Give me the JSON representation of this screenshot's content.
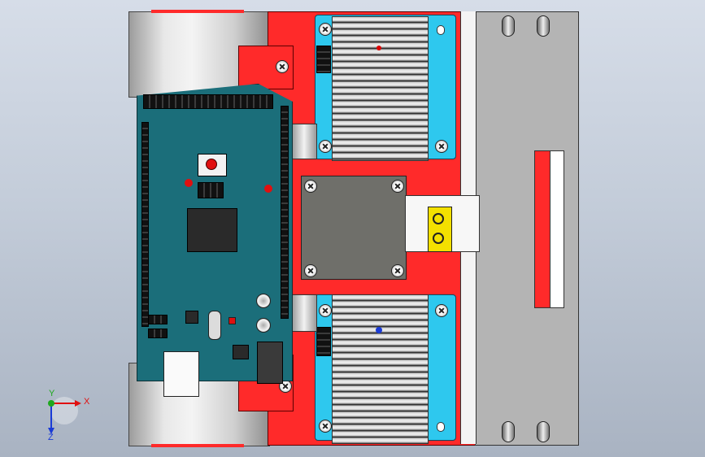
{
  "viewport": {
    "background": "#c9d1dd"
  },
  "colors": {
    "frame": "#ff2a2a",
    "heatsink_mount": "#2ec8ee",
    "pcb": "#1b6e7a",
    "plate": "#b4b4b4",
    "motor": "#6f6f6a"
  },
  "triad": {
    "x_label": "X",
    "y_label": "Y",
    "z_label": "Z"
  }
}
